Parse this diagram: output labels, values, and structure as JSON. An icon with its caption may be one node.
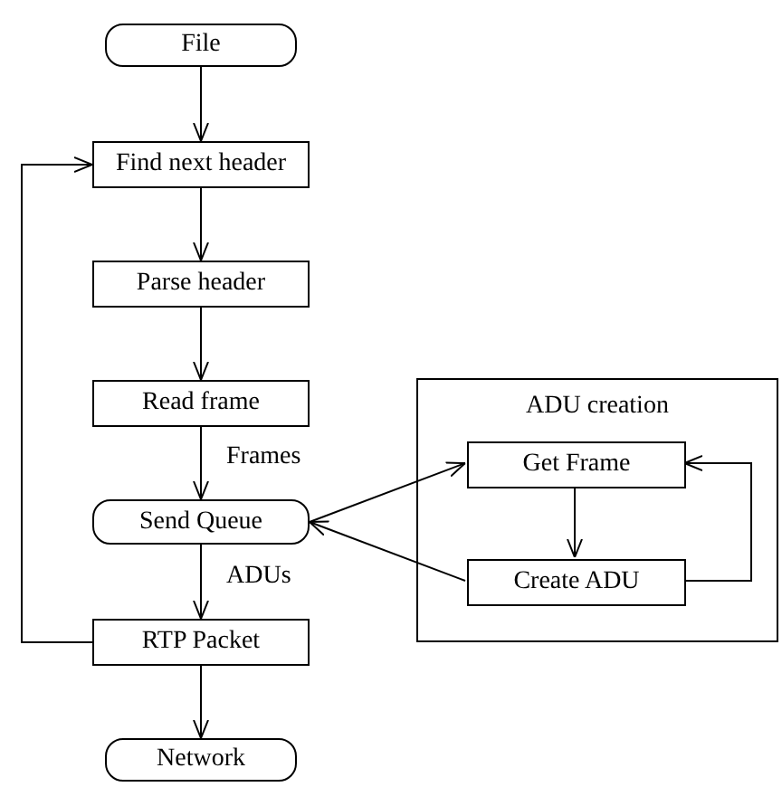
{
  "diagram": {
    "nodes": [
      {
        "text": [
          "File"
        ]
      },
      {
        "text": [
          "Find next header"
        ]
      },
      {
        "text": [
          "Parse header"
        ]
      },
      {
        "text": [
          "Read frame"
        ]
      },
      {
        "text": [
          "Send Queue"
        ]
      },
      {
        "text": [
          "RTP Packet"
        ]
      },
      {
        "text": [
          "Network"
        ]
      },
      {
        "text": [
          "ADU creation"
        ]
      },
      {
        "text": [
          "Get Frame"
        ],
        "in": 7
      },
      {
        "text": [
          "Create ADU"
        ],
        "in": 7
      }
    ],
    "edges": [
      {
        "from": 0,
        "to": 1,
        "arrow": "to"
      },
      {
        "from": 1,
        "to": 2,
        "arrow": "to"
      },
      {
        "from": 2,
        "to": 3,
        "arrow": "to"
      },
      {
        "from": 3,
        "to": 4,
        "arrow": "to",
        "label": "Frames"
      },
      {
        "from": 4,
        "to": 5,
        "arrow": "to",
        "label": "ADUs"
      },
      {
        "from": 5,
        "to": 6,
        "arrow": "to"
      },
      {
        "from": 5,
        "to": 1,
        "arrow": "to"
      },
      {
        "from": 4,
        "to": 8,
        "arrow": "to"
      },
      {
        "from": 9,
        "to": 4,
        "arrow": "to"
      },
      {
        "from": 8,
        "to": 9,
        "arrow": "to"
      },
      {
        "from": 9,
        "to": 8,
        "arrow": "to"
      }
    ]
  }
}
